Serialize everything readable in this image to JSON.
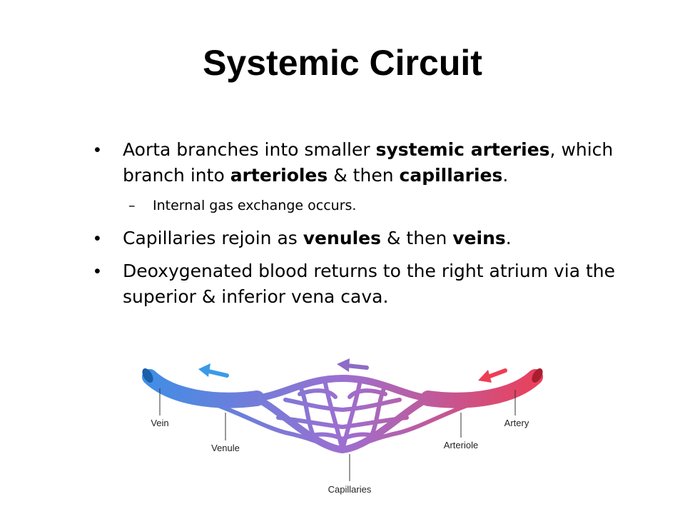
{
  "slide": {
    "title": "Systemic Circuit",
    "bullets": [
      {
        "parts": [
          {
            "text": "Aorta branches into smaller ",
            "bold": false
          },
          {
            "text": "systemic arteries",
            "bold": true
          },
          {
            "text": ", which branch into ",
            "bold": false
          },
          {
            "text": "arterioles",
            "bold": true
          },
          {
            "text": " & then ",
            "bold": false
          },
          {
            "text": "capillaries",
            "bold": true
          },
          {
            "text": ".",
            "bold": false
          }
        ],
        "sub": "Internal gas exchange occurs."
      },
      {
        "parts": [
          {
            "text": "Capillaries rejoin as ",
            "bold": false
          },
          {
            "text": "venules",
            "bold": true
          },
          {
            "text": " & then ",
            "bold": false
          },
          {
            "text": "veins",
            "bold": true
          },
          {
            "text": ".",
            "bold": false
          }
        ]
      },
      {
        "parts": [
          {
            "text": "Deoxygenated blood returns to the right atrium via the superior & inferior vena cava.",
            "bold": false
          }
        ]
      }
    ]
  },
  "diagram": {
    "labels": {
      "vein": "Vein",
      "venule": "Venule",
      "capillaries": "Capillaries",
      "arteriole": "Arteriole",
      "artery": "Artery"
    },
    "colors": {
      "venous": "#3b8fe6",
      "mixed": "#9c6fd0",
      "arterial": "#ee3e54"
    },
    "arrows": [
      "blue-arrow-icon",
      "purple-arrow-icon",
      "red-arrow-icon"
    ]
  }
}
